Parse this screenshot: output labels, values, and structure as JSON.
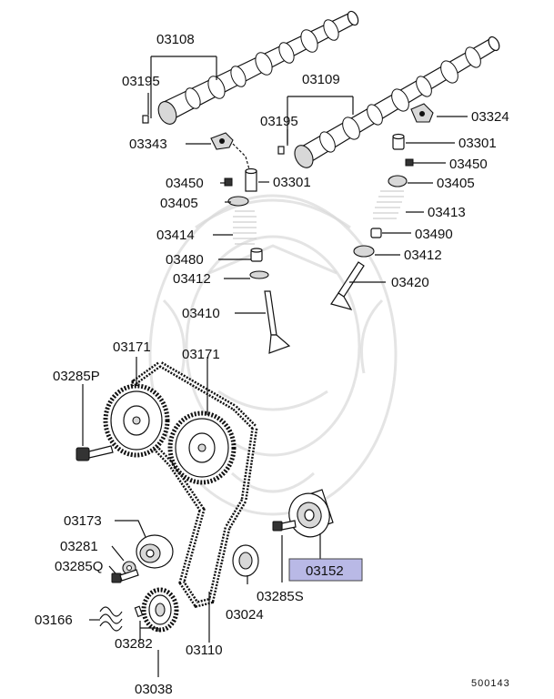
{
  "diagram_id": "500143",
  "highlight_color": "#b9b9e6",
  "labels": {
    "p03108": "03108",
    "p03195_a": "03195",
    "p03109": "03109",
    "p03195_b": "03195",
    "p03324": "03324",
    "p03343": "03343",
    "p03301_a": "03301",
    "p03301_b": "03301",
    "p03450_a": "03450",
    "p03450_b": "03450",
    "p03405_a": "03405",
    "p03405_b": "03405",
    "p03413": "03413",
    "p03414": "03414",
    "p03490": "03490",
    "p03480": "03480",
    "p03412_a": "03412",
    "p03412_b": "03412",
    "p03420": "03420",
    "p03410": "03410",
    "p03171_a": "03171",
    "p03171_b": "03171",
    "p03285P": "03285P",
    "p03173": "03173",
    "p03281": "03281",
    "p03285Q": "03285Q",
    "p03166": "03166",
    "p03282": "03282",
    "p03038": "03038",
    "p03110": "03110",
    "p03024": "03024",
    "p03285S": "03285S",
    "p03152": "03152"
  }
}
